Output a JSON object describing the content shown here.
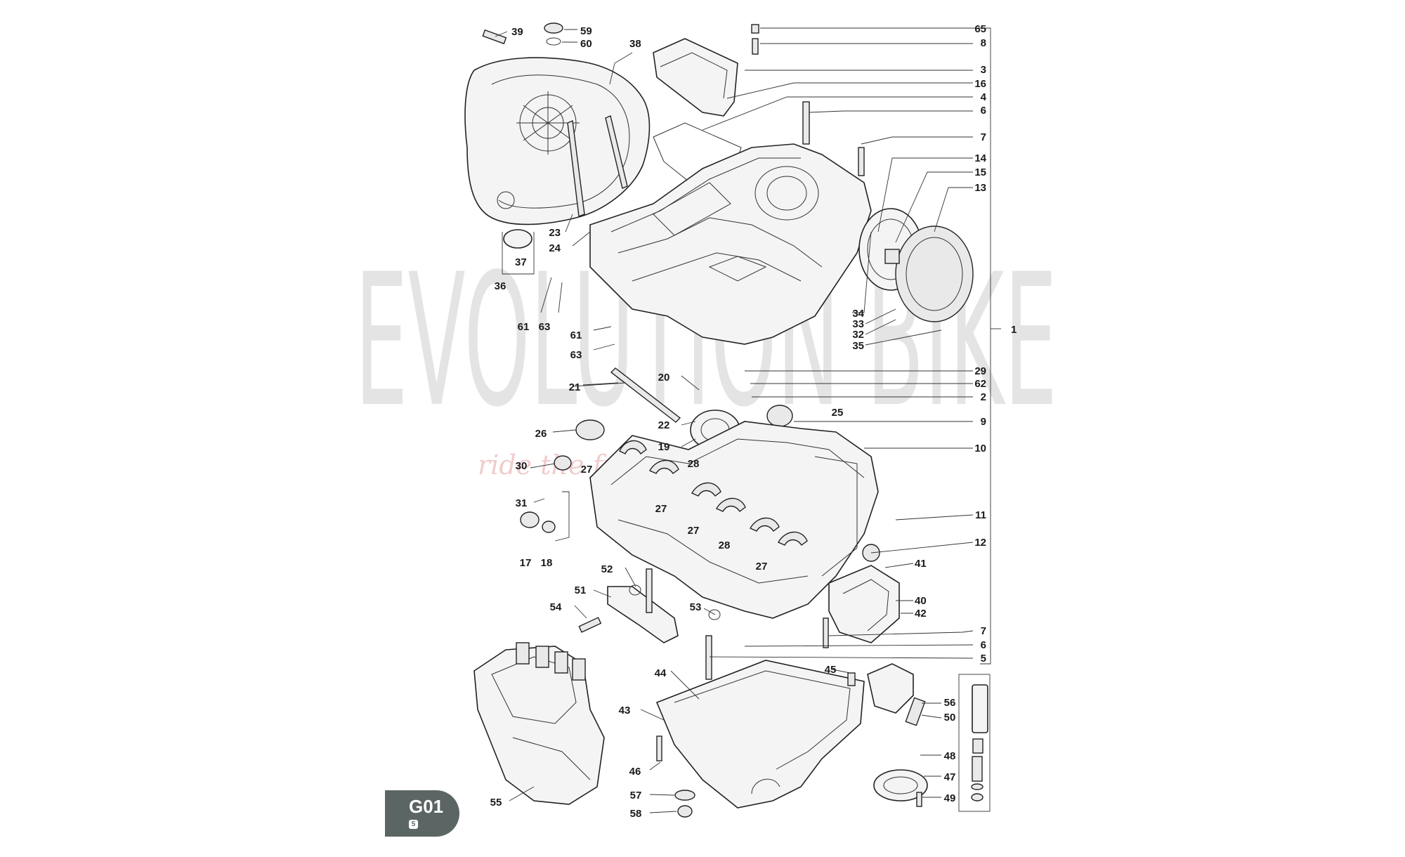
{
  "watermark": {
    "brand": "EVOLUTION BIKE",
    "slogan": "ride the future"
  },
  "badge": {
    "code": "G01",
    "sub": "5"
  },
  "callouts": [
    "1",
    "2",
    "3",
    "4",
    "5",
    "6",
    "7",
    "8",
    "9",
    "10",
    "11",
    "12",
    "13",
    "14",
    "15",
    "16",
    "17",
    "18",
    "19",
    "20",
    "21",
    "22",
    "23",
    "24",
    "25",
    "26",
    "27",
    "28",
    "29",
    "30",
    "31",
    "32",
    "33",
    "34",
    "35",
    "36",
    "37",
    "38",
    "39",
    "40",
    "41",
    "42",
    "43",
    "44",
    "45",
    "46",
    "47",
    "48",
    "49",
    "50",
    "51",
    "52",
    "53",
    "54",
    "55",
    "56",
    "57",
    "58",
    "59",
    "60",
    "61",
    "62",
    "63",
    "65"
  ]
}
